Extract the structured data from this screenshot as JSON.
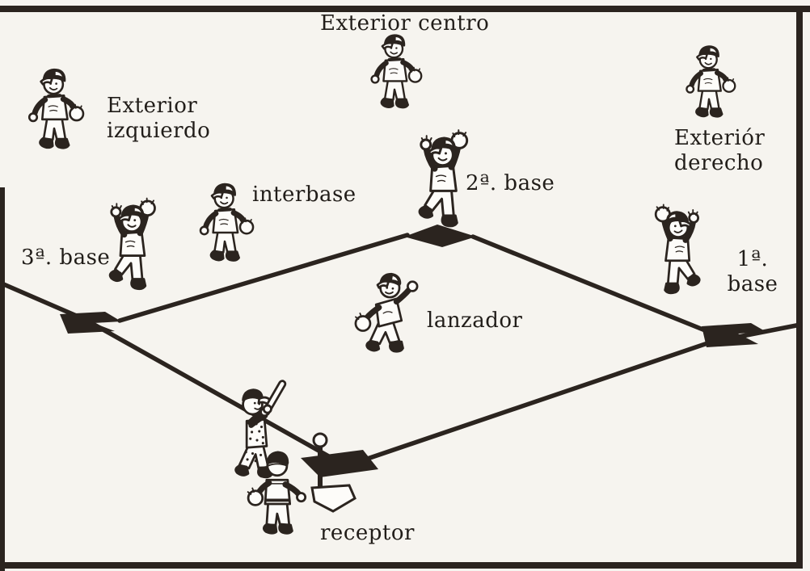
{
  "diagram": {
    "subject": "baseball field player positions (Spanish)",
    "colors": {
      "ink": "#2b241f",
      "paper": "#f6f4ef"
    }
  },
  "positions": [
    {
      "id": "exterior-centro",
      "label": "Exterior centro"
    },
    {
      "id": "exterior-izquierdo",
      "label": "Exterior\nizquierdo"
    },
    {
      "id": "exterior-derecho",
      "label": "Exteriór\nderecho"
    },
    {
      "id": "segunda-base",
      "label": "2ª. base"
    },
    {
      "id": "interbase",
      "label": "interbase"
    },
    {
      "id": "tercera-base",
      "label": "3ª. base"
    },
    {
      "id": "primera-base",
      "label": "1ª.\nbase"
    },
    {
      "id": "lanzador",
      "label": "lanzador"
    },
    {
      "id": "receptor",
      "label": "receptor"
    }
  ]
}
